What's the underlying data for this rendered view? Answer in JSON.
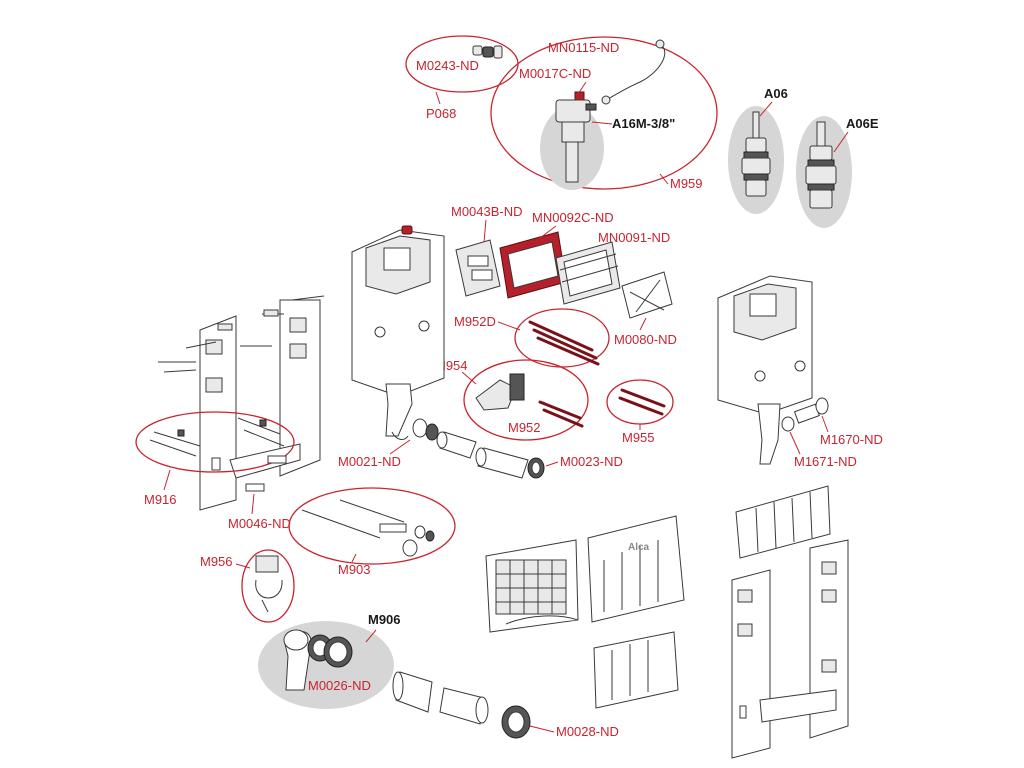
{
  "brand": {
    "logo_text": "Alca"
  },
  "labels": {
    "m0243": "M0243-ND",
    "p068": "P068",
    "mn0115": "MN0115-ND",
    "m0017c": "M0017C-ND",
    "a16m": "A16M-3/8\"",
    "m959": "M959",
    "a06": "A06",
    "a06e": "A06E",
    "m0043b": "M0043B-ND",
    "mn0092c": "MN0092C-ND",
    "mn0091": "MN0091-ND",
    "m952d": "M952D",
    "m0080": "M0080-ND",
    "m954": "M954",
    "m952": "M952",
    "m955": "M955",
    "m0021": "M0021-ND",
    "m0023": "M0023-ND",
    "m916": "M916",
    "m0046": "M0046-ND",
    "m903": "M903",
    "m956": "M956",
    "m906": "M906",
    "m0026": "M0026-ND",
    "m0028": "M0028-ND",
    "m1670": "M1670-ND",
    "m1671": "M1671-ND"
  }
}
